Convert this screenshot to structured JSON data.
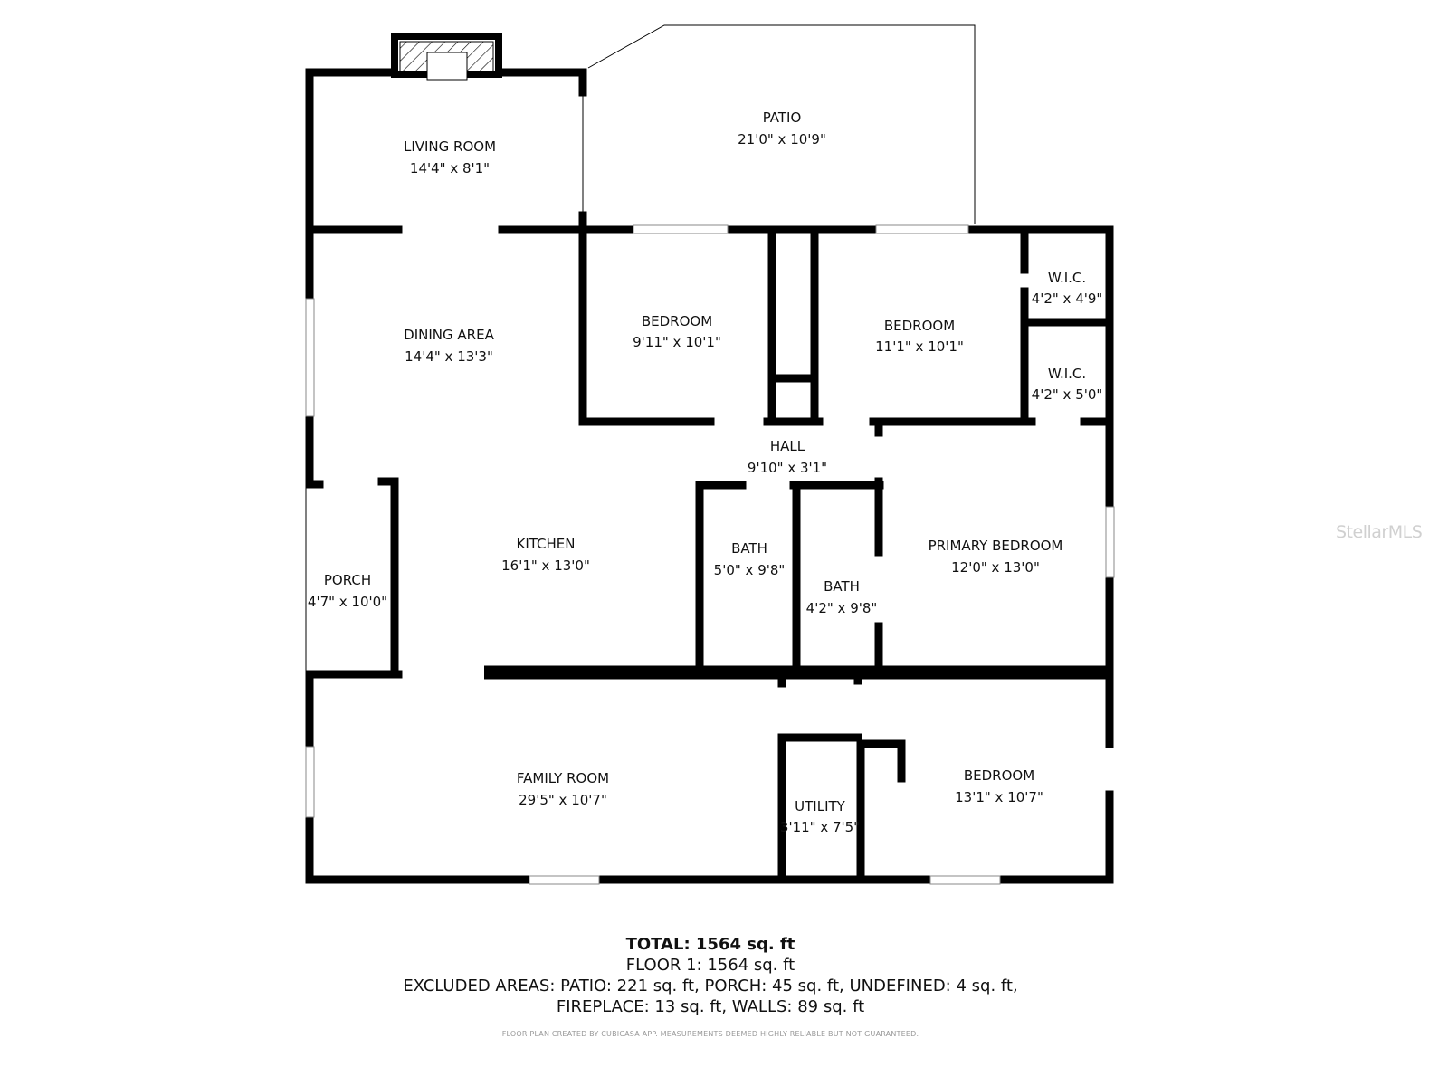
{
  "rooms": [
    {
      "name": "LIVING ROOM",
      "dims": "14'4\" x 8'1\""
    },
    {
      "name": "PATIO",
      "dims": "21'0\" x 10'9\""
    },
    {
      "name": "DINING AREA",
      "dims": "14'4\" x 13'3\""
    },
    {
      "name": "BEDROOM",
      "dims": "9'11\" x 10'1\""
    },
    {
      "name": "BEDROOM",
      "dims": "11'1\" x 10'1\""
    },
    {
      "name": "W.I.C.",
      "dims": "4'2\" x 4'9\""
    },
    {
      "name": "W.I.C.",
      "dims": "4'2\" x 5'0\""
    },
    {
      "name": "HALL",
      "dims": "9'10\" x 3'1\""
    },
    {
      "name": "KITCHEN",
      "dims": "16'1\" x 13'0\""
    },
    {
      "name": "BATH",
      "dims": "5'0\" x 9'8\""
    },
    {
      "name": "BATH",
      "dims": "4'2\" x 9'8\""
    },
    {
      "name": "PRIMARY BEDROOM",
      "dims": "12'0\" x 13'0\""
    },
    {
      "name": "PORCH",
      "dims": "4'7\" x 10'0\""
    },
    {
      "name": "FAMILY ROOM",
      "dims": "29'5\" x 10'7\""
    },
    {
      "name": "UTILITY",
      "dims": "3'11\" x 7'5\""
    },
    {
      "name": "BEDROOM",
      "dims": "13'1\" x 10'7\""
    }
  ],
  "summary": {
    "total": "TOTAL: 1564 sq. ft",
    "floor": "FLOOR 1: 1564 sq. ft",
    "excluded_1": "EXCLUDED AREAS: PATIO: 221 sq. ft, PORCH: 45 sq. ft, UNDEFINED: 4 sq. ft,",
    "excluded_2": "FIREPLACE: 13 sq. ft, WALLS: 89 sq. ft"
  },
  "disclaimer": "FLOOR PLAN CREATED BY CUBICASA APP. MEASUREMENTS DEEMED HIGHLY RELIABLE BUT NOT GUARANTEED.",
  "watermark": "StellarMLS"
}
